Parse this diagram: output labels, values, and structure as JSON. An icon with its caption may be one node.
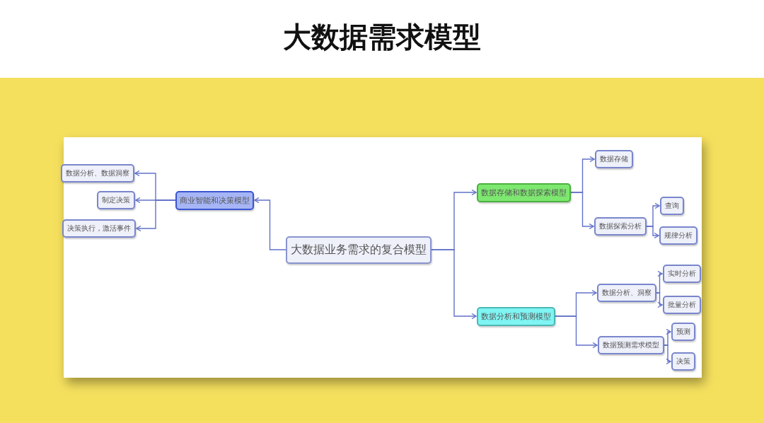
{
  "diagram": {
    "title": "大数据需求模型",
    "nodes": [
      {
        "text": [
          "大数据业务需求的复合模型"
        ]
      },
      {
        "text": [
          "商业智能和决策模型"
        ]
      },
      {
        "text": [
          "数据分析、数据洞察"
        ]
      },
      {
        "text": [
          "制定决策"
        ]
      },
      {
        "text": [
          "决策执行，激活事件"
        ]
      },
      {
        "text": [
          "数据存储和数据探索模型"
        ]
      },
      {
        "text": [
          "数据存储"
        ]
      },
      {
        "text": [
          "数据探索分析"
        ]
      },
      {
        "text": [
          "查询"
        ]
      },
      {
        "text": [
          "规律分析"
        ]
      },
      {
        "text": [
          "数据分析和预测模型"
        ]
      },
      {
        "text": [
          "数据分析、洞察"
        ]
      },
      {
        "text": [
          "数据预测需求模型"
        ]
      },
      {
        "text": [
          "实时分析"
        ]
      },
      {
        "text": [
          "批量分析"
        ]
      },
      {
        "text": [
          "预测"
        ]
      },
      {
        "text": [
          "决策"
        ]
      }
    ],
    "edges": [
      {
        "from": 0,
        "to": 1,
        "arrow": "to"
      },
      {
        "from": 1,
        "to": 2,
        "arrow": "to"
      },
      {
        "from": 1,
        "to": 3,
        "arrow": "to"
      },
      {
        "from": 1,
        "to": 4,
        "arrow": "to"
      },
      {
        "from": 0,
        "to": 5,
        "arrow": "to"
      },
      {
        "from": 5,
        "to": 6,
        "arrow": "to"
      },
      {
        "from": 5,
        "to": 7,
        "arrow": "to"
      },
      {
        "from": 7,
        "to": 8,
        "arrow": "to"
      },
      {
        "from": 7,
        "to": 9,
        "arrow": "to"
      },
      {
        "from": 0,
        "to": 10,
        "arrow": "to"
      },
      {
        "from": 10,
        "to": 11,
        "arrow": "to"
      },
      {
        "from": 10,
        "to": 12,
        "arrow": "to"
      },
      {
        "from": 11,
        "to": 13,
        "arrow": "to"
      },
      {
        "from": 11,
        "to": 14,
        "arrow": "to"
      },
      {
        "from": 12,
        "to": 15,
        "arrow": "to"
      },
      {
        "from": 12,
        "to": 16,
        "arrow": "to"
      }
    ]
  }
}
